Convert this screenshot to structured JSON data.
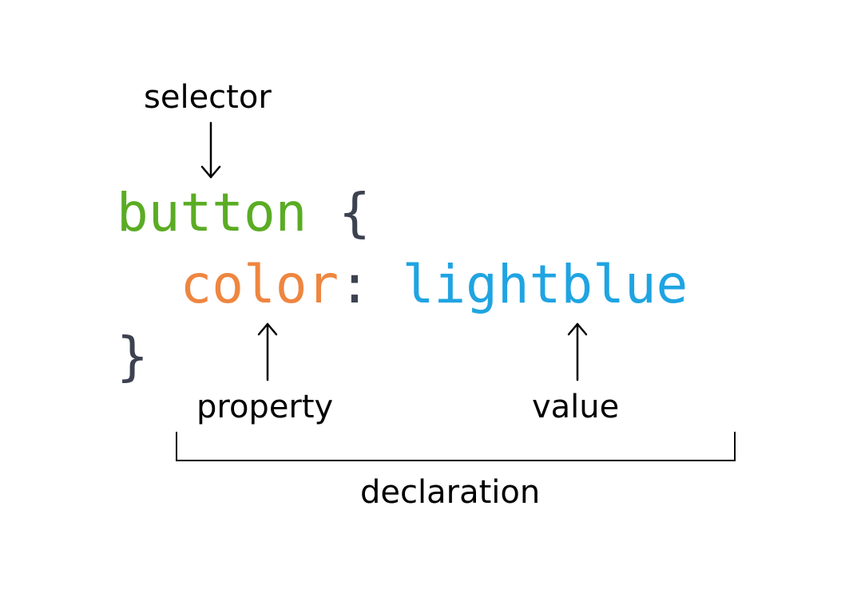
{
  "labels": {
    "selector": "selector",
    "property": "property",
    "value": "value",
    "declaration": "declaration"
  },
  "code": {
    "selector": "button",
    "open_brace": "{",
    "indent": "  ",
    "property": "color",
    "colon": ":",
    "value": "lightblue",
    "close_brace": "}"
  },
  "colors": {
    "selector": "#5aac24",
    "property": "#ee8640",
    "value": "#1fa4e2",
    "punctuation": "#3d4250",
    "text": "#000000"
  }
}
